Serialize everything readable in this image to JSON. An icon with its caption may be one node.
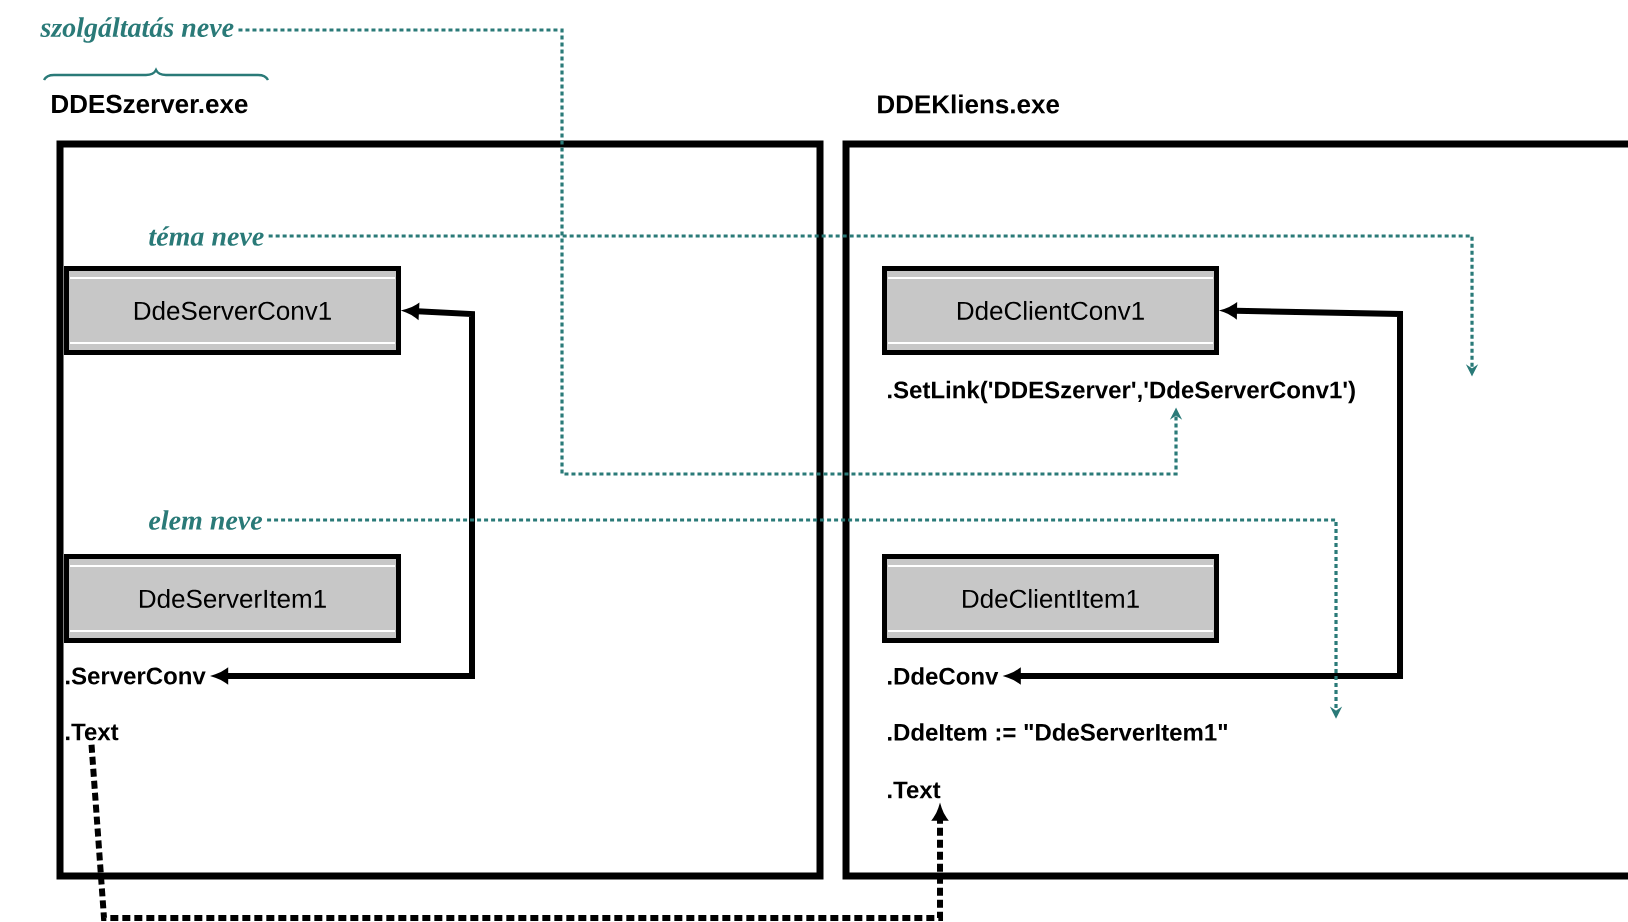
{
  "diagram": {
    "nodes": [
      {
        "text": [
          "DDESzerver.exe"
        ]
      },
      {
        "text": [
          "DdeServerConv1"
        ],
        "in": 0
      },
      {
        "text": [
          "DdeServerItem1"
        ],
        "in": 0
      },
      {
        "text": [
          ".ServerConv"
        ],
        "in": 0
      },
      {
        "text": [
          ".Text"
        ],
        "in": 0
      },
      {
        "text": [
          "DDEKliens.exe"
        ]
      },
      {
        "text": [
          "DdeClientConv1"
        ],
        "in": 5
      },
      {
        "text": [
          ".SetLink('DDESzerver','DdeServerConv1')"
        ],
        "in": 5
      },
      {
        "text": [
          "DdeClientItem1"
        ],
        "in": 5
      },
      {
        "text": [
          ".DdeConv"
        ],
        "in": 5
      },
      {
        "text": [
          ".DdeItem := \"DdeServerItem1\""
        ],
        "in": 5
      },
      {
        "text": [
          ".Text"
        ],
        "in": 5
      },
      {
        "text": [
          "szolgáltatás neve"
        ]
      },
      {
        "text": [
          "téma neve"
        ],
        "in": 0
      },
      {
        "text": [
          "elem neve"
        ],
        "in": 0
      }
    ],
    "edges": [
      {
        "from": 1,
        "to": 3,
        "arrow": "both"
      },
      {
        "from": 6,
        "to": 9,
        "arrow": "both"
      },
      {
        "from": 4,
        "to": 11,
        "arrow": "to",
        "style": "dashed"
      },
      {
        "from": 12,
        "to": 7,
        "arrow": "to",
        "style": "dashed",
        "color": "#2a7a78"
      },
      {
        "from": 13,
        "to": 7,
        "arrow": "to",
        "style": "dashed",
        "color": "#2a7a78"
      },
      {
        "from": 14,
        "to": 10,
        "arrow": "to",
        "style": "dashed",
        "color": "#2a7a78"
      }
    ]
  }
}
